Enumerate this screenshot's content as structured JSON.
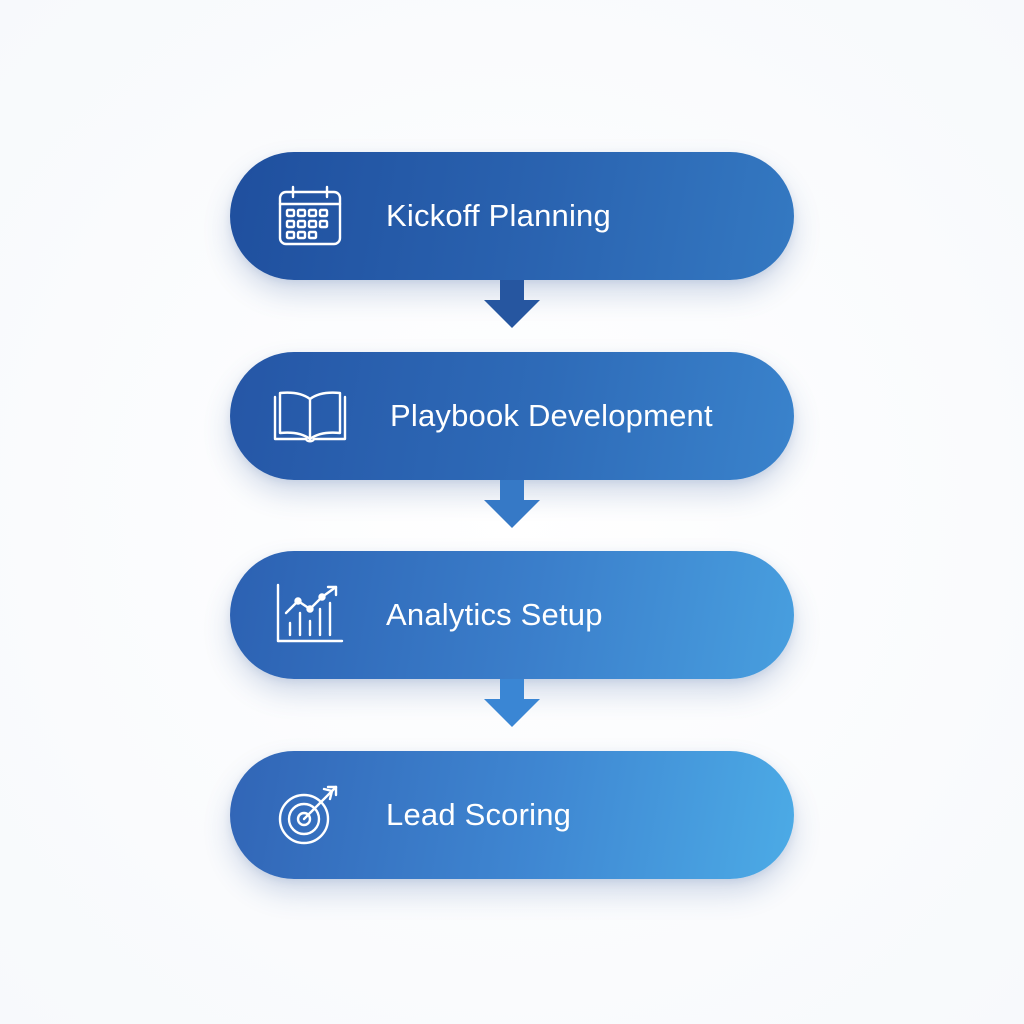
{
  "diagram": {
    "steps": [
      {
        "label": "Kickoff Planning",
        "icon": "calendar-icon"
      },
      {
        "label": "Playbook Development",
        "icon": "open-book-icon"
      },
      {
        "label": "Analytics Setup",
        "icon": "chart-growth-icon"
      },
      {
        "label": "Lead Scoring",
        "icon": "target-icon"
      }
    ],
    "connector_icon": "arrow-down-icon",
    "colors": {
      "step1": "#2a5ca8",
      "step2": "#2f6cb9",
      "step3": "#3c82cd",
      "step4": "#4393d8",
      "arrow1": "#2656a0",
      "arrow2": "#3679c6",
      "arrow3": "#3a86d4",
      "text": "#ffffff"
    }
  }
}
